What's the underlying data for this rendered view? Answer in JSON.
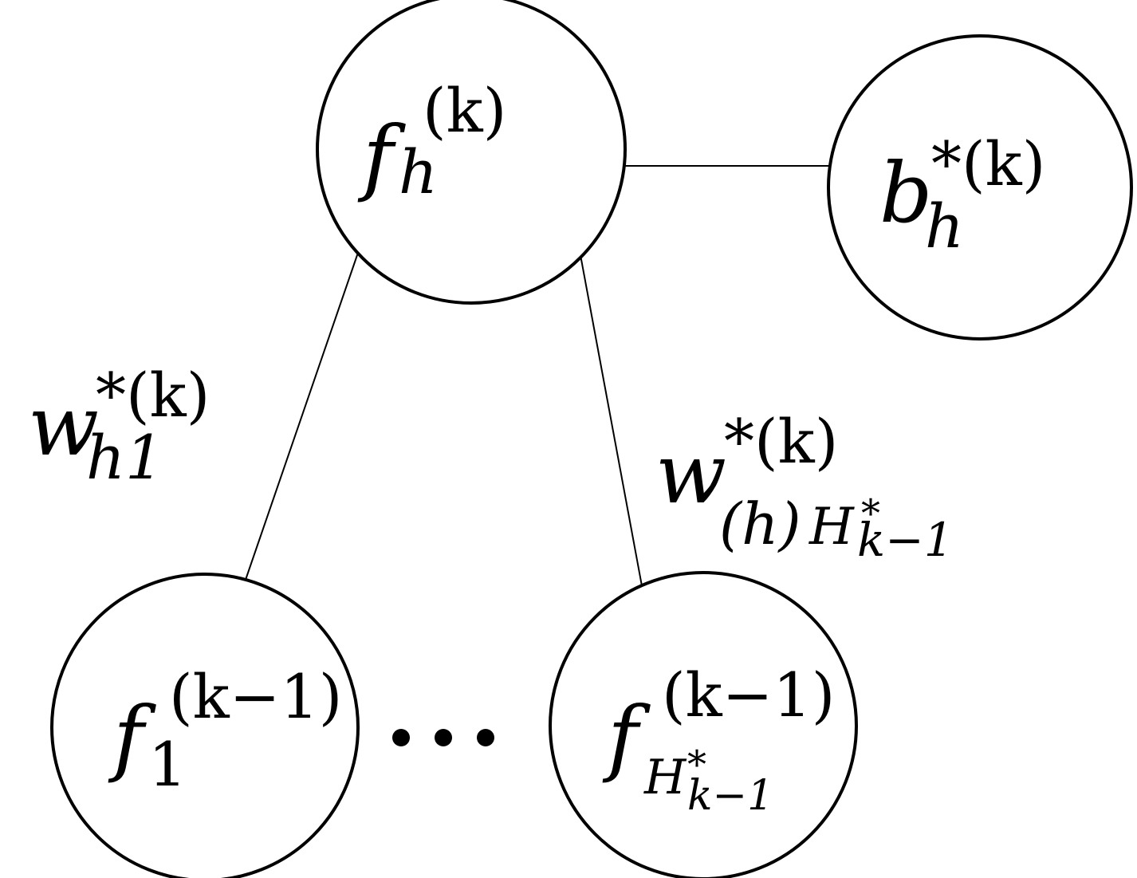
{
  "nodes": {
    "f_h_k": {
      "base": "f",
      "subscript": "h",
      "superscript": "(k)"
    },
    "b_h_k": {
      "base": "b",
      "subscript": "h",
      "superscript": "*(k)"
    },
    "f_1_km1": {
      "base": "f",
      "subscript": "1",
      "superscript": "(k−1)"
    },
    "f_H_km1": {
      "base": "f",
      "subscript_main": "H",
      "subscript_star": "*",
      "subscript_sub": "k−1",
      "superscript": "(k−1)"
    }
  },
  "edge_labels": {
    "w_h1": {
      "base": "w",
      "subscript": "h1",
      "superscript": "*(k)"
    },
    "w_hH": {
      "base": "w",
      "subscript_prefix": "(h)",
      "subscript_main": "H",
      "subscript_star": "*",
      "subscript_sub": "k−1",
      "superscript": "*(k)"
    }
  },
  "ellipsis": "⋯",
  "colors": {
    "stroke": "#000000",
    "background": "#ffffff"
  }
}
